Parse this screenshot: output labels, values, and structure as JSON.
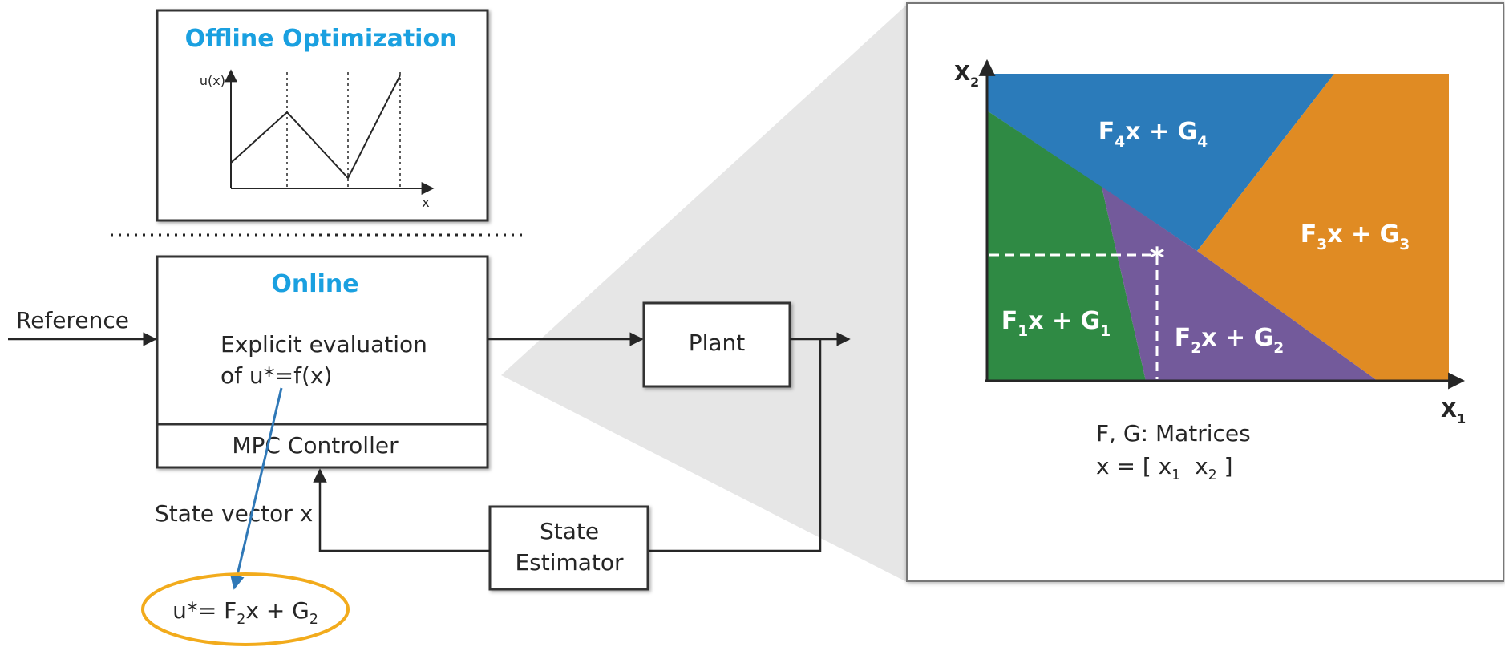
{
  "offline": {
    "title": "Offline Optimization",
    "plot": {
      "ylabel": "u(x)",
      "xlabel": "x"
    }
  },
  "online": {
    "title": "Online",
    "line1": "Explicit evaluation",
    "line2": "of u*=f(x)",
    "controller": "MPC Controller"
  },
  "reference": "Reference",
  "plant": "Plant",
  "estimator": {
    "line1": "State",
    "line2": "Estimator"
  },
  "state_vector": "State vector x",
  "result": {
    "prefix": "u*= F",
    "sub1": "2",
    "mid": "x + G",
    "sub2": "2"
  },
  "regions": [
    {
      "f": "F",
      "fsub": "4",
      "mid": "x + G",
      "gsub": "4",
      "color": "#2b7bba"
    },
    {
      "f": "F",
      "fsub": "3",
      "mid": "x + G",
      "gsub": "3",
      "color": "#e08b23"
    },
    {
      "f": "F",
      "fsub": "1",
      "mid": "x + G",
      "gsub": "1",
      "color": "#2f8a44"
    },
    {
      "f": "F",
      "fsub": "2",
      "mid": "x + G",
      "gsub": "2",
      "color": "#735a9b"
    }
  ],
  "axes": {
    "x_main": "X",
    "x_sub": "1",
    "y_main": "X",
    "y_sub": "2"
  },
  "notes": {
    "line1": "F, G: Matrices",
    "line2_prefix": "x = [ x",
    "line2_sub1": "1",
    "line2_mid": "  x",
    "line2_sub2": "2",
    "line2_suffix": " ]"
  },
  "colors": {
    "accent_blue": "#1aa0e0",
    "highlight_orange": "#f2ab1c",
    "arrow_blue": "#2f78b7"
  }
}
